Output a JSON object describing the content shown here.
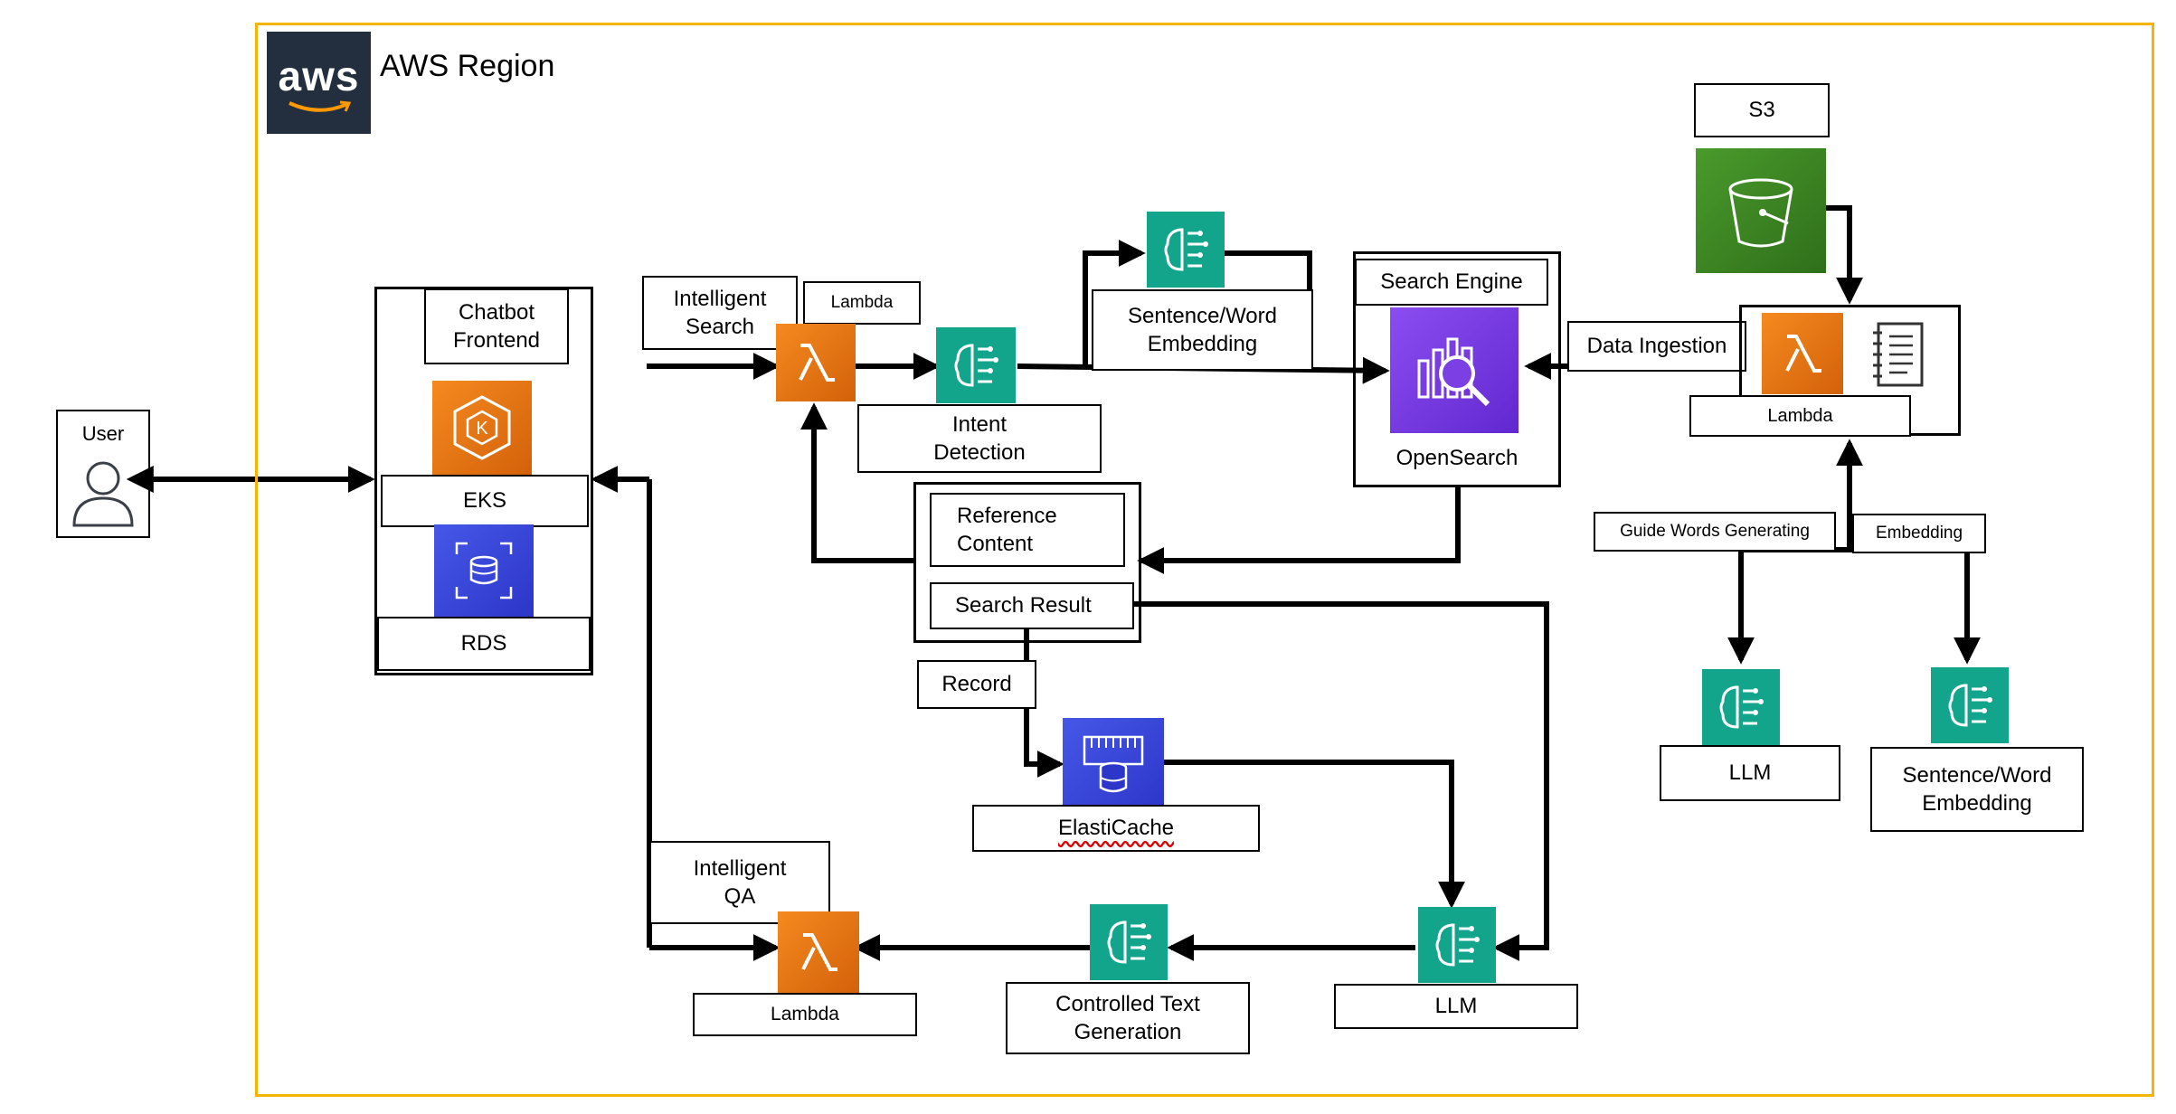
{
  "region": {
    "title": "AWS Region",
    "logo_text": "aws"
  },
  "nodes": {
    "user": "User",
    "chatbot_frontend": "Chatbot\nFrontend",
    "eks": "EKS",
    "rds": "RDS",
    "intelligent_search": "Intelligent\nSearch",
    "lambda_search": "Lambda",
    "intent_detection": "Intent\nDetection",
    "sentence_embedding_top": "Sentence/Word\nEmbedding",
    "search_engine": "Search Engine",
    "opensearch": "OpenSearch",
    "data_ingestion": "Data Ingestion",
    "s3": "S3",
    "lambda_ingest": "Lambda",
    "guide_words": "Guide Words Generating",
    "embedding": "Embedding",
    "llm_right": "LLM",
    "sentence_embedding_right": "Sentence/Word\nEmbedding",
    "reference_content": "Reference\nContent",
    "search_result": "Search Result",
    "record": "Record",
    "elasticache": "ElastiCache",
    "intelligent_qa": "Intelligent\nQA",
    "lambda_qa": "Lambda",
    "controlled_text": "Controlled Text\nGeneration",
    "llm_bottom": "LLM"
  },
  "colors": {
    "region_border": "#f5b400",
    "aws_logo_bg": "#232f3e",
    "lambda_orange": "#e8720c",
    "eks_orange": "#e8720c",
    "ml_teal": "#12a58b",
    "db_blue": "#3040d6",
    "opensearch_purple": "#7b3fe4",
    "s3_green": "#3b8624"
  },
  "icons": {
    "aws_logo": "aws-logo-icon",
    "user": "user-icon",
    "eks": "eks-icon",
    "rds": "rds-icon",
    "lambda": "lambda-icon",
    "ml": "brain-circuit-icon",
    "opensearch": "opensearch-icon",
    "s3": "s3-bucket-icon",
    "notebook": "notebook-icon",
    "elasticache": "elasticache-icon"
  }
}
